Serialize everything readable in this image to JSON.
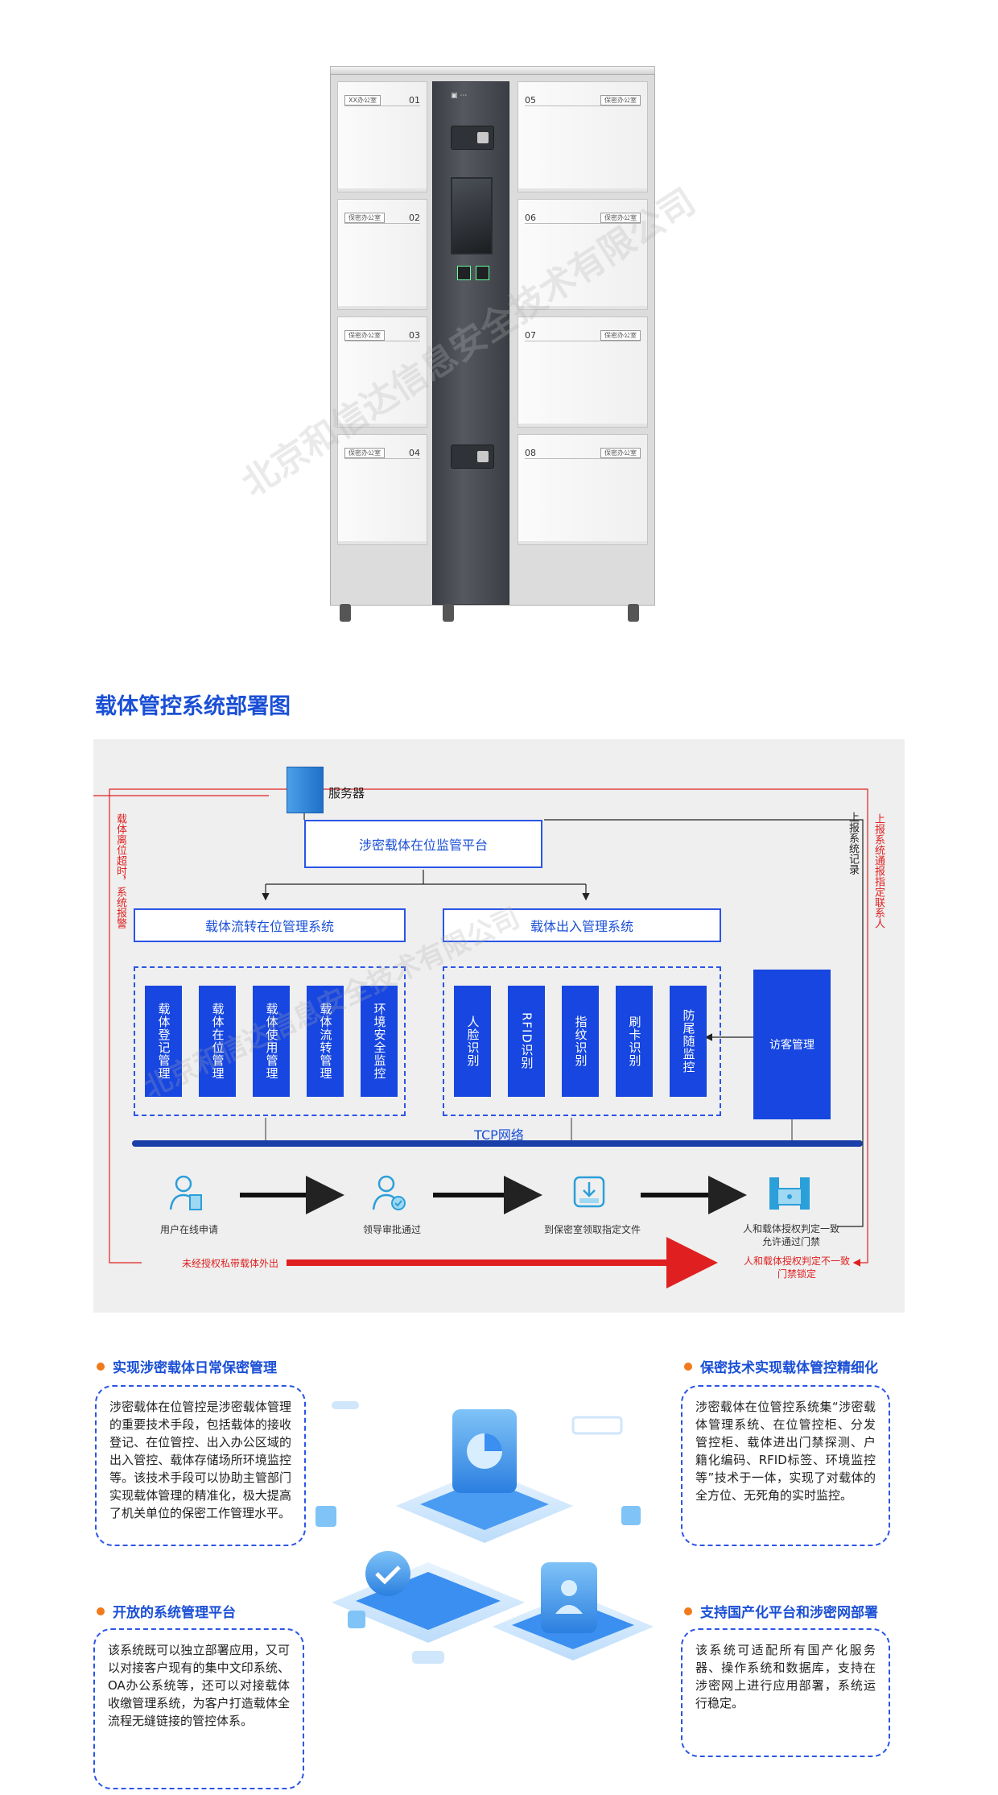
{
  "watermark": "北京和信达信息安全技术有限公司",
  "cabinet": {
    "drawers_left": [
      {
        "num": "01",
        "label": "XX办公室"
      },
      {
        "num": "02",
        "label": "保密办公室"
      },
      {
        "num": "03",
        "label": "保密办公室"
      },
      {
        "num": "04",
        "label": "保密办公室"
      }
    ],
    "drawers_right": [
      {
        "num": "05",
        "label": "保密办公室"
      },
      {
        "num": "06",
        "label": "保密办公室"
      },
      {
        "num": "07",
        "label": "保密办公室"
      },
      {
        "num": "08",
        "label": "保密办公室"
      }
    ]
  },
  "section_title": "载体管控系统部署图",
  "diagram": {
    "server": "服务器",
    "platform": "涉密载体在位监管平台",
    "left_system": "载体流转在位管理系统",
    "right_system": "载体出入管理系统",
    "left_modules": [
      "载体登记管理",
      "载体在位管理",
      "载体使用管理",
      "载体流转管理",
      "环境安全监控"
    ],
    "right_modules": [
      "人脸识别",
      "RFID识别",
      "指纹识别",
      "刷卡识别",
      "防尾随监控"
    ],
    "visitor": "访客管理",
    "network": "TCP网络",
    "left_alert": "载体离位超时，系统报警",
    "right_upload": "上报系统记录",
    "right_alert": "上报系统通报指定联系人",
    "flow": [
      "用户在线申请",
      "领导审批通过",
      "到保密室领取指定文件",
      "人和载体授权判定一致允许通过门禁"
    ],
    "flow_last_line2": "允许通过门禁",
    "flow_last_line1": "人和载体授权判定一致",
    "unauth": "未经授权私带载体外出",
    "deny_line1": "人和载体授权判定不一致",
    "deny_line2": "门禁锁定"
  },
  "features": [
    {
      "title": "实现涉密载体日常保密管理",
      "text": "涉密载体在位管控是涉密载体管理的重要技术手段，包括载体的接收登记、在位管控、出入办公区域的出入管控、载体存储场所环境监控等。该技术手段可以协助主管部门实现载体管理的精准化，极大提高了机关单位的保密工作管理水平。"
    },
    {
      "title": "保密技术实现载体管控精细化",
      "text": "涉密载体在位管控系统集“涉密载体管理系统、在位管控柜、分发管控柜、载体进出门禁探测、户籍化编码、RFID标签、环境监控等”技术于一体，实现了对载体的全方位、无死角的实时监控。"
    },
    {
      "title": "开放的系统管理平台",
      "text": "该系统既可以独立部署应用，又可以对接客户现有的集中文印系统、OA办公系统等，还可以对接载体收缴管理系统，为客户打造载体全流程无缝链接的管控体系。"
    },
    {
      "title": "支持国产化平台和涉密网部署",
      "text": "该系统可适配所有国产化服务器、操作系统和数据库，支持在涉密网上进行应用部署，系统运行稳定。"
    }
  ]
}
